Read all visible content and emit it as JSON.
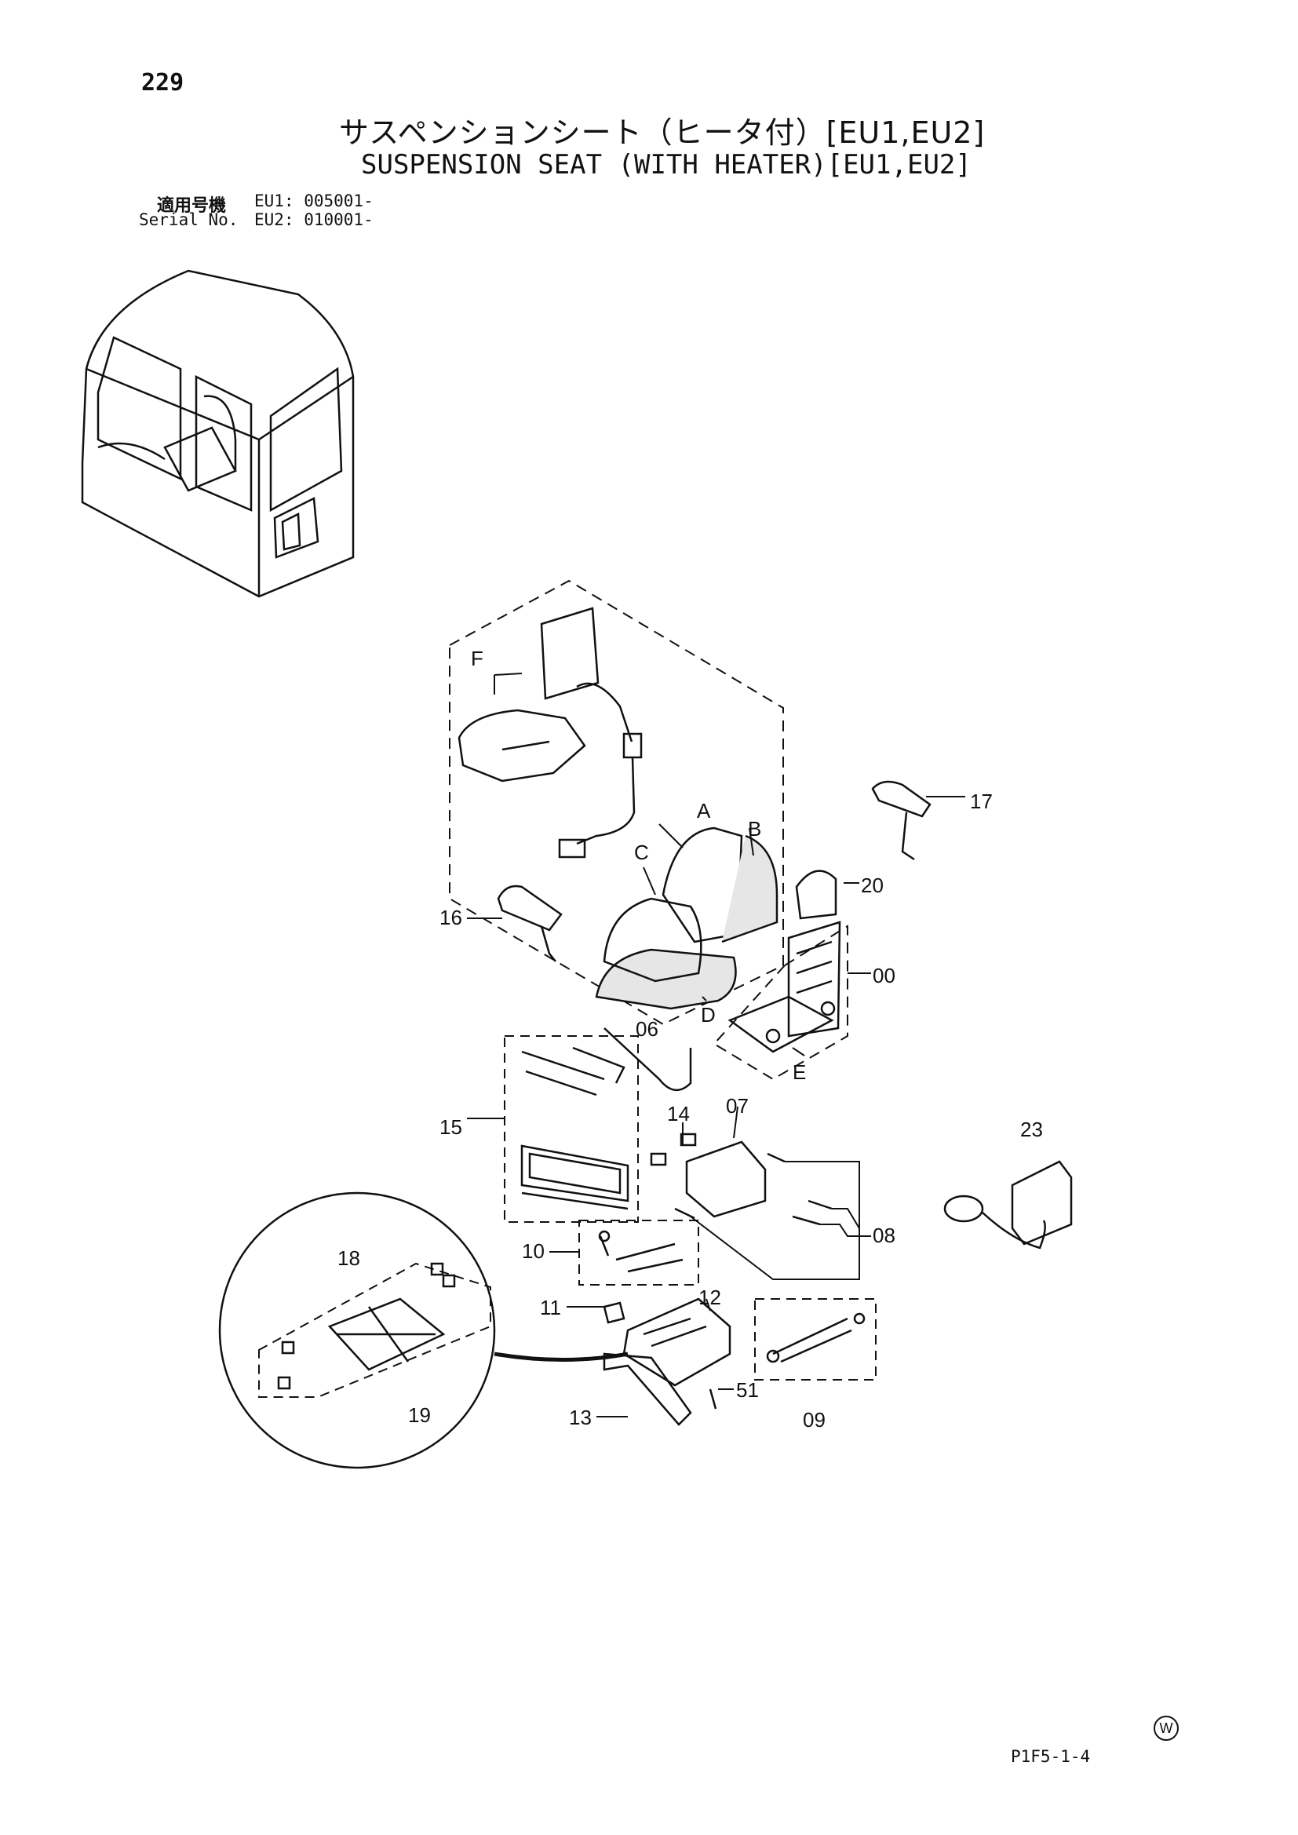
{
  "page_number": "229",
  "title_jp": "サスペンションシート（ヒータ付）[EU1,EU2]",
  "title_en": "SUSPENSION SEAT (WITH HEATER)[EU1,EU2]",
  "serial": {
    "label_jp": "適用号機",
    "label_en": "Serial No.",
    "eu1": "EU1: 005001-",
    "eu2": "EU2: 010001-"
  },
  "callouts": {
    "A": "A",
    "B": "B",
    "C": "C",
    "D": "D",
    "E": "E",
    "F": "F",
    "p00": "00",
    "p06": "06",
    "p07": "07",
    "p08": "08",
    "p09": "09",
    "p10": "10",
    "p11": "11",
    "p12": "12",
    "p13": "13",
    "p14": "14",
    "p15": "15",
    "p16": "16",
    "p17": "17",
    "p18": "18",
    "p19": "19",
    "p20": "20",
    "p23": "23",
    "p51": "51"
  },
  "footer": {
    "mark": "W",
    "code": "P1F5-1-4"
  }
}
